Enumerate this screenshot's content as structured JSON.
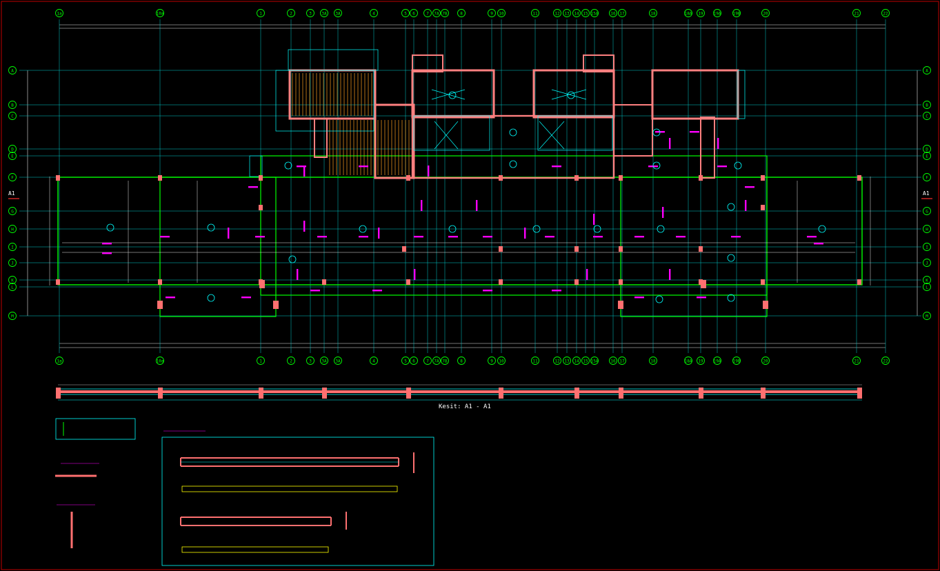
{
  "drawing": {
    "colors": {
      "background": "#000000",
      "frame": "#c00000",
      "grid": "#00ffff",
      "wall_fill": "#ff8080",
      "beam": "#00ff00",
      "label": "#ff00ff",
      "dimension": "#e6e6e6",
      "hatch": "#ffa020"
    },
    "grid_axes_x": [
      "1a",
      "10a",
      "1",
      "2",
      "3",
      "3A",
      "3A",
      "4",
      "5",
      "6",
      "7",
      "7A",
      "7B",
      "8",
      "9",
      "10",
      "11",
      "12",
      "13",
      "14",
      "15",
      "15A",
      "16",
      "17",
      "18",
      "18A",
      "19",
      "19A",
      "19B",
      "20",
      "21",
      "22"
    ],
    "grid_axes_y": [
      "A",
      "B",
      "C",
      "D",
      "E",
      "F",
      "G",
      "H",
      "I",
      "J",
      "K",
      "L",
      "M"
    ],
    "section_mark": "A1",
    "section_title": "Kesit: A1 - A1"
  }
}
